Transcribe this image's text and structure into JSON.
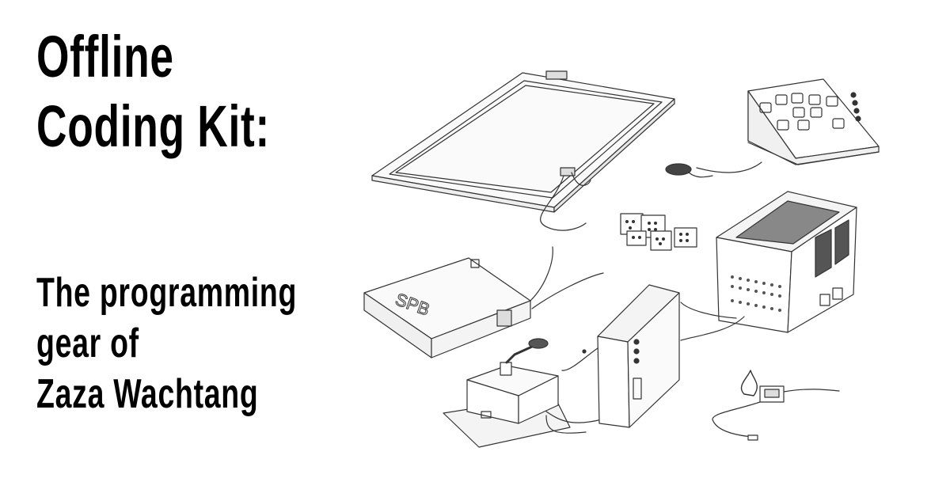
{
  "headline": {
    "line1": "Offline",
    "line2": "Coding Kit:"
  },
  "subheadline": {
    "line1": "The programming",
    "line2": "gear of",
    "line3": "Zaza Wachtang"
  },
  "illustration": {
    "sign_text": "SPB",
    "colors": {
      "ink": "#333333",
      "text": "#000000",
      "background": "#ffffff"
    }
  }
}
